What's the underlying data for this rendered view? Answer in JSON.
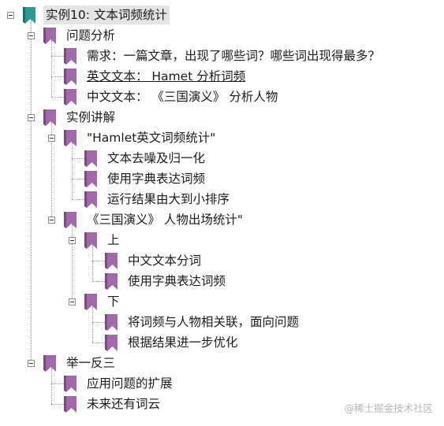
{
  "colors": {
    "root_bookmark": "#2e9a8f",
    "root_bookmark_shade": "#1d6f67",
    "bookmark": "#a06aa6",
    "bookmark_shade": "#7a4a80",
    "selection": "#e4e4e4",
    "connector": "#9a9a9a",
    "watermark": "#b5b5b5"
  },
  "tree": {
    "label": "实例10: 文本词频统计",
    "icon": "root-bookmark-icon",
    "selected": true,
    "expanded": true,
    "children": [
      {
        "label": "问题分析",
        "icon": "bookmark-icon",
        "expanded": true,
        "children": [
          {
            "label": "需求：一篇文章，出现了哪些词？哪些词出现得最多？",
            "icon": "bookmark-icon"
          },
          {
            "label": "英文文本： Hamet 分析词频",
            "icon": "bookmark-icon",
            "underline": true
          },
          {
            "label": "中文文本： 《三国演义》 分析人物",
            "icon": "bookmark-icon"
          }
        ]
      },
      {
        "label": "实例讲解",
        "icon": "bookmark-icon",
        "expanded": true,
        "children": [
          {
            "label": "\"Hamlet英文词频统计\"",
            "icon": "bookmark-icon",
            "expanded": true,
            "children": [
              {
                "label": "文本去噪及归一化",
                "icon": "bookmark-icon"
              },
              {
                "label": "使用字典表达词频",
                "icon": "bookmark-icon"
              },
              {
                "label": "运行结果由大到小排序",
                "icon": "bookmark-icon"
              }
            ]
          },
          {
            "label": "《三国演义》 人物出场统计\"",
            "icon": "bookmark-icon",
            "expanded": true,
            "children": [
              {
                "label": "上",
                "icon": "bookmark-icon",
                "expanded": true,
                "children": [
                  {
                    "label": "中文文本分词",
                    "icon": "bookmark-icon"
                  },
                  {
                    "label": "使用字典表达词频",
                    "icon": "bookmark-icon"
                  }
                ]
              },
              {
                "label": "下",
                "icon": "bookmark-icon",
                "expanded": true,
                "children": [
                  {
                    "label": "将词频与人物相关联，面向问题",
                    "icon": "bookmark-icon"
                  },
                  {
                    "label": "根据结果进一步优化",
                    "icon": "bookmark-icon"
                  }
                ]
              }
            ]
          }
        ]
      },
      {
        "label": "举一反三",
        "icon": "bookmark-icon",
        "expanded": true,
        "children": [
          {
            "label": "应用问题的扩展",
            "icon": "bookmark-icon"
          },
          {
            "label": "未来还有词云",
            "icon": "bookmark-icon"
          }
        ]
      }
    ]
  },
  "watermark": "@稀土掘金技术社区"
}
